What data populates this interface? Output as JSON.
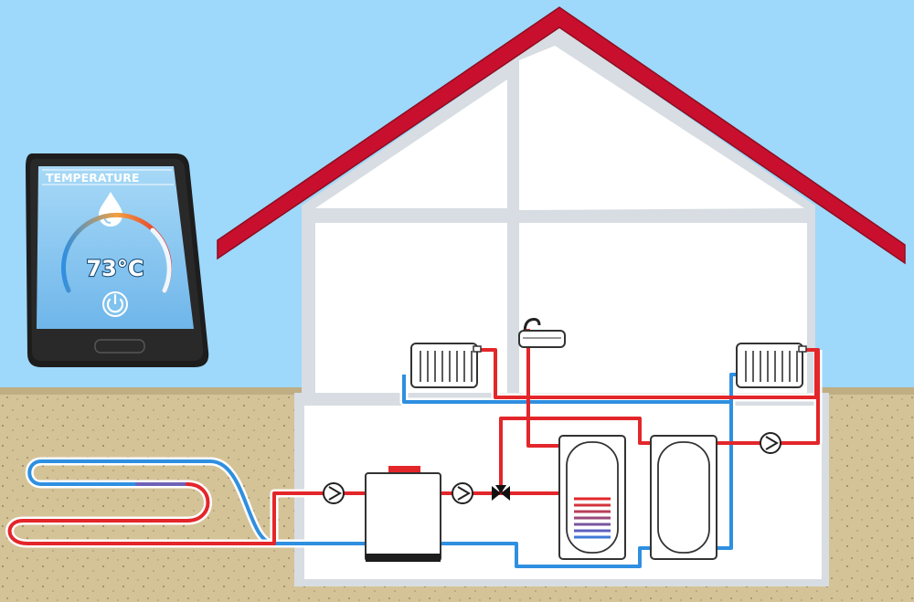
{
  "phone": {
    "screen_title": "TEMPERATURE",
    "temperature": "73°C",
    "icons": [
      "water-drop-icon",
      "power-icon"
    ]
  },
  "colors": {
    "sky": "#9ed8fb",
    "ground": "#d5c398",
    "roof": "#c8102e",
    "hot_pipe": "#e3262a",
    "cold_pipe": "#2f8fe0",
    "phone_body": "#1d1d1d",
    "phone_screen": "#8ccaf3",
    "wall": "#ffffff",
    "frame": "#d7dde2"
  },
  "components": [
    "ground-loop-collector",
    "heat-pump-unit",
    "circulation-pump-left",
    "circulation-pump-middle",
    "circulation-pump-right",
    "three-way-valve",
    "hot-water-storage-tank",
    "buffer-tank",
    "radiator-left",
    "radiator-right",
    "sink-faucet"
  ]
}
